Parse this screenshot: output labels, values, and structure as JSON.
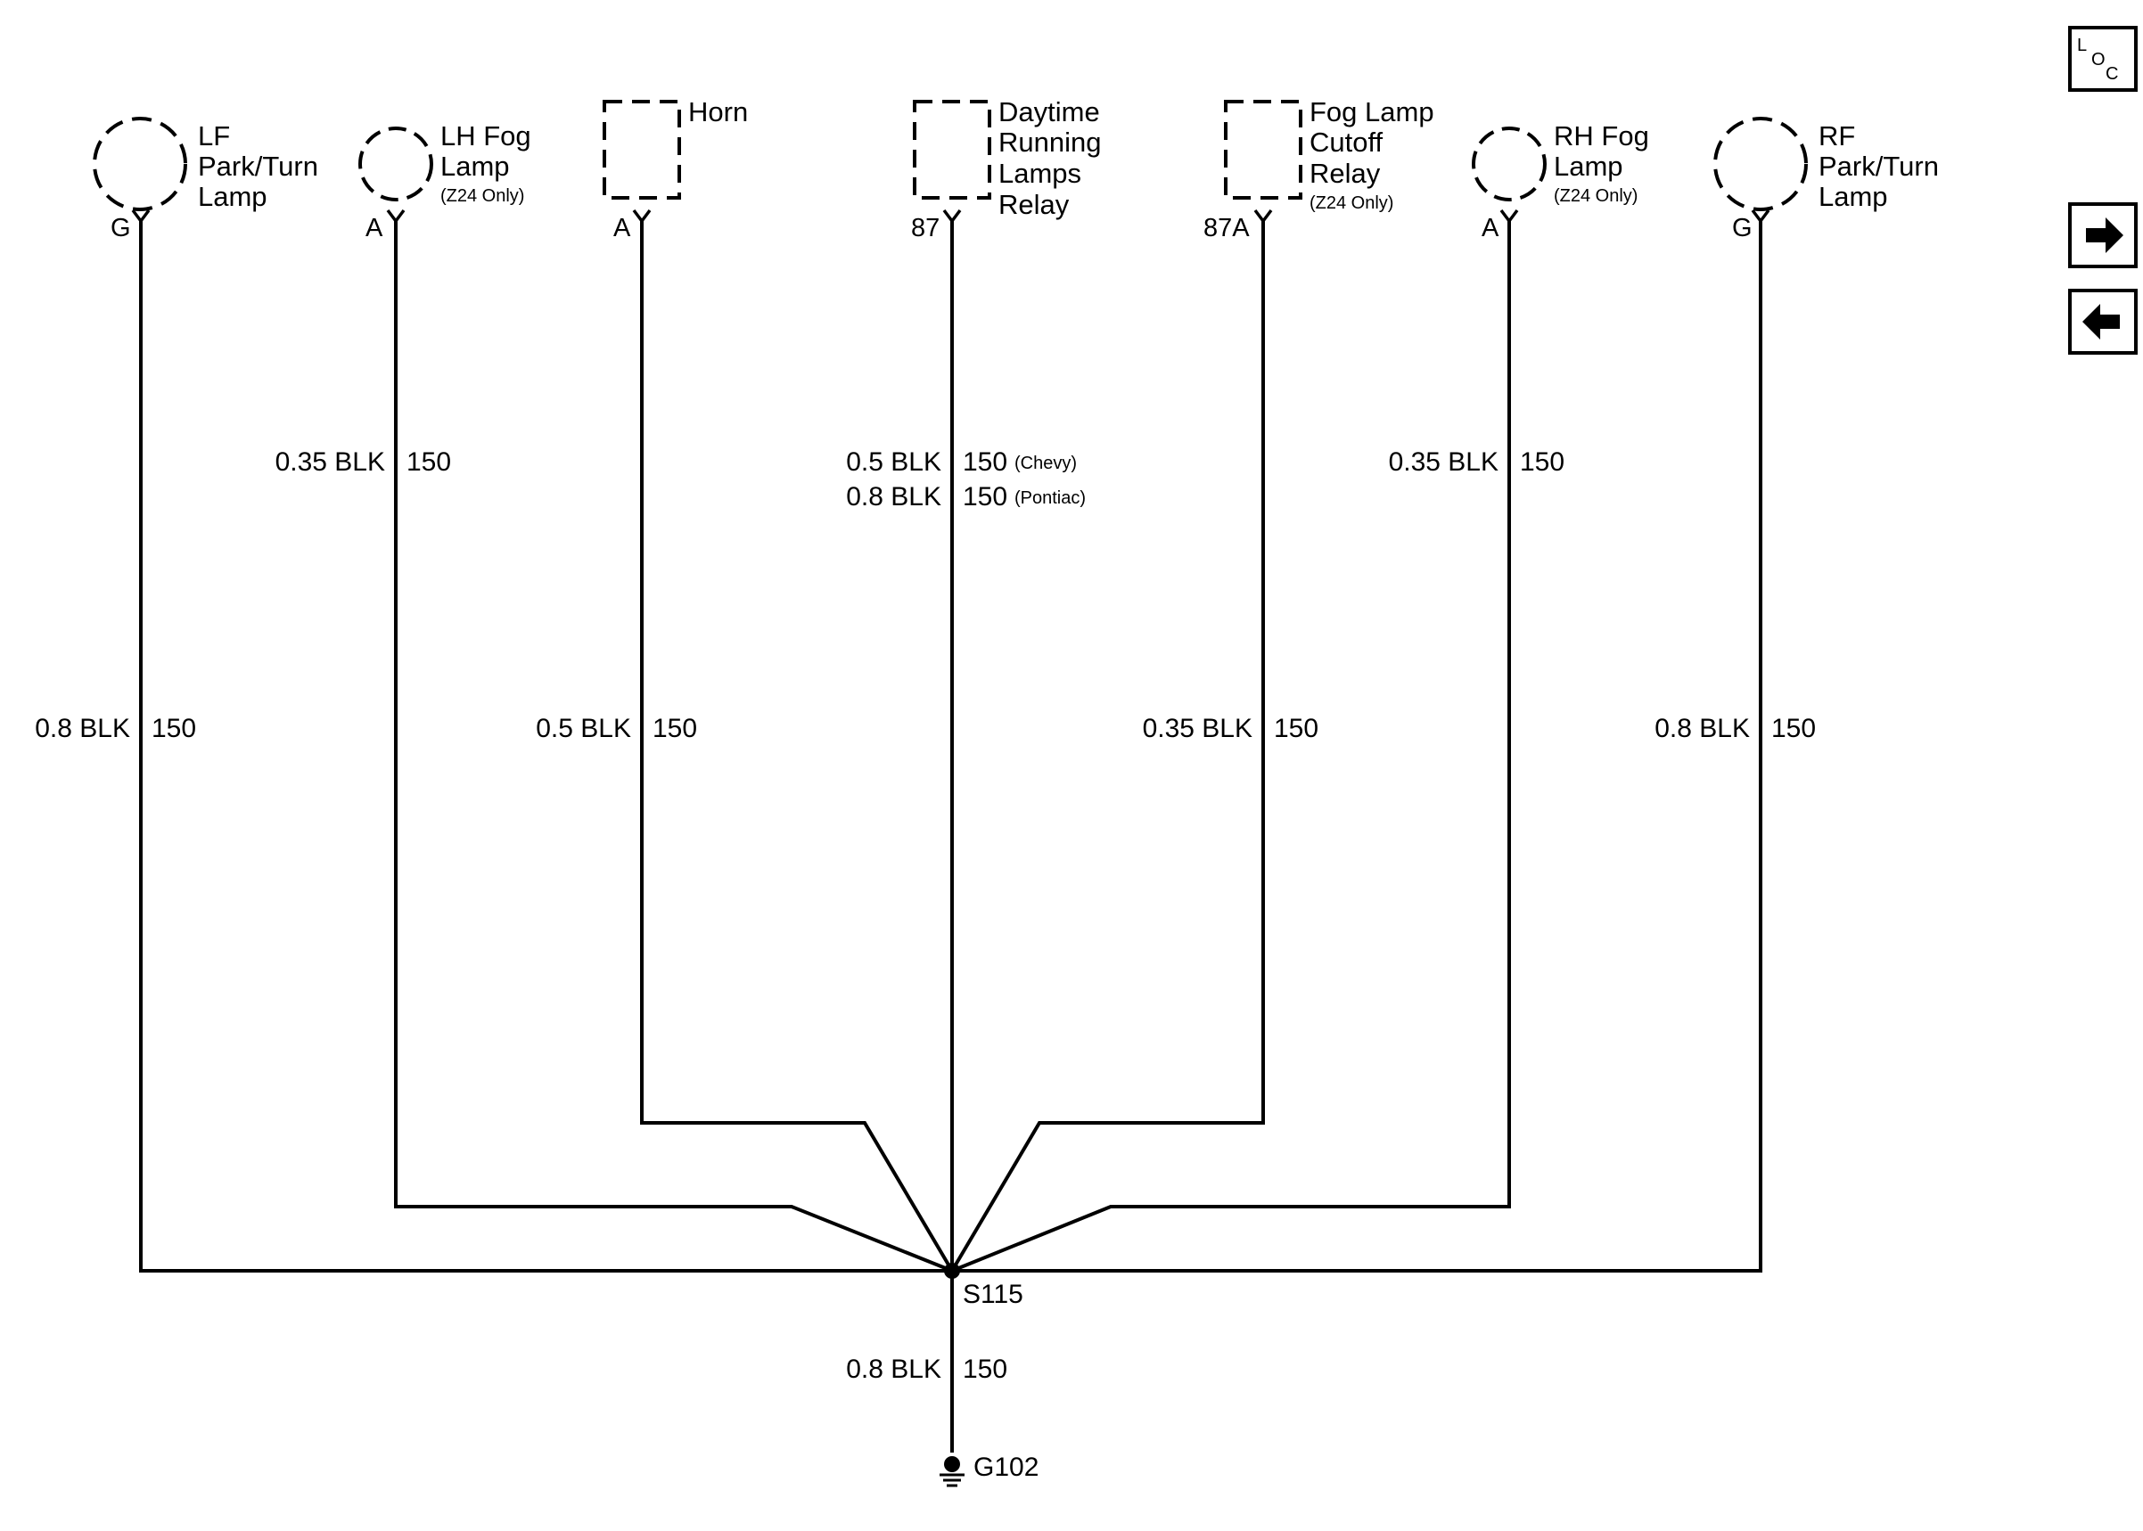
{
  "components": [
    {
      "id": "lf-park-turn-lamp",
      "shape": "circle",
      "label": [
        "LF",
        "Park/Turn",
        "Lamp"
      ],
      "note": "",
      "pin": "G"
    },
    {
      "id": "lh-fog-lamp",
      "shape": "circle",
      "label": [
        "LH Fog",
        "Lamp"
      ],
      "note": "(Z24 Only)",
      "pin": "A"
    },
    {
      "id": "horn",
      "shape": "rect",
      "label": [
        "Horn"
      ],
      "note": "",
      "pin": "A"
    },
    {
      "id": "daytime-running-lamps-relay",
      "shape": "rect",
      "label": [
        "Daytime",
        "Running",
        "Lamps",
        "Relay"
      ],
      "note": "",
      "pin": "87"
    },
    {
      "id": "fog-lamp-cutoff-relay",
      "shape": "rect",
      "label": [
        "Fog Lamp",
        "Cutoff",
        "Relay"
      ],
      "note": "(Z24 Only)",
      "pin": "87A"
    },
    {
      "id": "rh-fog-lamp",
      "shape": "circle",
      "label": [
        "RH Fog",
        "Lamp"
      ],
      "note": "(Z24 Only)",
      "pin": "A"
    },
    {
      "id": "rf-park-turn-lamp",
      "shape": "circle",
      "label": [
        "RF",
        "Park/Turn",
        "Lamp"
      ],
      "note": "",
      "pin": "G"
    }
  ],
  "wires": [
    {
      "id": "lf",
      "rows": [
        {
          "color": "0.8 BLK",
          "circuit": "150",
          "note": ""
        }
      ]
    },
    {
      "id": "lhfog",
      "rows": [
        {
          "color": "0.35 BLK",
          "circuit": "150",
          "note": ""
        }
      ]
    },
    {
      "id": "horn",
      "rows": [
        {
          "color": "0.5 BLK",
          "circuit": "150",
          "note": ""
        }
      ]
    },
    {
      "id": "drl",
      "rows": [
        {
          "color": "0.5 BLK",
          "circuit": "150",
          "note": "(Chevy)"
        },
        {
          "color": "0.8 BLK",
          "circuit": "150",
          "note": "(Pontiac)"
        }
      ]
    },
    {
      "id": "fogcut",
      "rows": [
        {
          "color": "0.35 BLK",
          "circuit": "150",
          "note": ""
        }
      ]
    },
    {
      "id": "rhfog",
      "rows": [
        {
          "color": "0.35 BLK",
          "circuit": "150",
          "note": ""
        }
      ]
    },
    {
      "id": "rf",
      "rows": [
        {
          "color": "0.8 BLK",
          "circuit": "150",
          "note": ""
        }
      ]
    },
    {
      "id": "ground",
      "rows": [
        {
          "color": "0.8 BLK",
          "circuit": "150",
          "note": ""
        }
      ]
    }
  ],
  "splice": "S115",
  "ground": "G102",
  "nav": {
    "loc": {
      "top": "L",
      "mid": "O",
      "bot": "C"
    },
    "forward_icon": "arrow-right-icon",
    "back_icon": "arrow-left-icon"
  }
}
